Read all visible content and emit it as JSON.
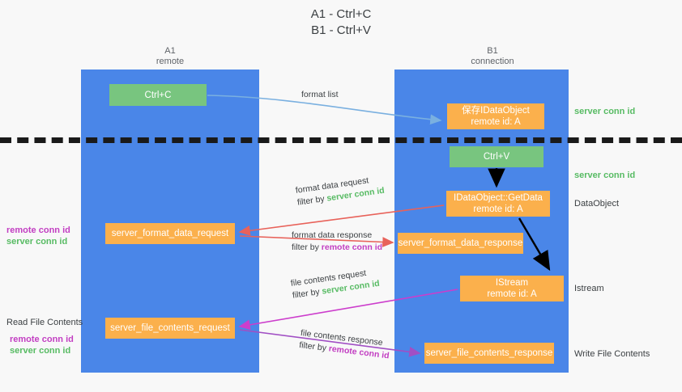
{
  "title": {
    "line1": "A1 - Ctrl+C",
    "line2": "B1 - Ctrl+V"
  },
  "columns": [
    {
      "name": "A1",
      "role": "remote"
    },
    {
      "name": "B1",
      "role": "connection"
    }
  ],
  "nodes": {
    "ctrl_c": {
      "label": "Ctrl+C",
      "color": "#78c57f"
    },
    "save_idataobject": {
      "label": "保存IDataObject",
      "sub": "remote id: A",
      "color": "#fbb04c"
    },
    "ctrl_v": {
      "label": "Ctrl+V",
      "color": "#78c57f"
    },
    "get_data": {
      "label": "IDataObject::GetData",
      "sub": "remote id: A",
      "color": "#fbb04c"
    },
    "server_format_data_request": {
      "label": "server_format_data_request",
      "color": "#fbb04c"
    },
    "server_format_data_response": {
      "label": "server_format_data_response",
      "color": "#fbb04c"
    },
    "istream": {
      "label": "IStream",
      "sub": "remote id: A",
      "color": "#fbb04c"
    },
    "server_file_contents_request": {
      "label": "server_file_contents_request",
      "color": "#fbb04c"
    },
    "server_file_contents_response": {
      "label": "server_file_contents_response",
      "color": "#fbb04c"
    }
  },
  "edges": {
    "format_list": {
      "label": "format list"
    },
    "format_data_request": {
      "label": "format data request",
      "filter_prefix": "filter by ",
      "filter_id": "server conn id"
    },
    "format_data_response": {
      "label": "format data response",
      "filter_prefix": "filter by ",
      "filter_id": "remote conn id"
    },
    "file_contents_request": {
      "label": "file contents request",
      "filter_prefix": "filter by ",
      "filter_id": "server conn id"
    },
    "file_contents_response": {
      "label": "file contents response",
      "filter_prefix": "filter by ",
      "filter_id": "remote conn id"
    }
  },
  "annotations": {
    "server_conn_id_top": "server conn id",
    "server_conn_id_mid": "server conn id",
    "dataobject": "DataObject",
    "istream": "Istream",
    "write_file_contents": "Write File Contents",
    "read_file_contents": "Read File Contents",
    "remote_conn_id": "remote conn id",
    "server_conn_id": "server conn id"
  },
  "colors": {
    "lane": "#4a86e8",
    "green": "#78c57f",
    "orange": "#fbb04c",
    "server_conn": "#57bb63",
    "remote_conn": "#c23ec2",
    "arrow_blue": "#7ab0e0",
    "arrow_red": "#e8625a",
    "arrow_magenta": "#cc3dcc",
    "arrow_purple": "#a14fc4",
    "arrow_black": "#000000",
    "divider": "#1a1a1a"
  }
}
